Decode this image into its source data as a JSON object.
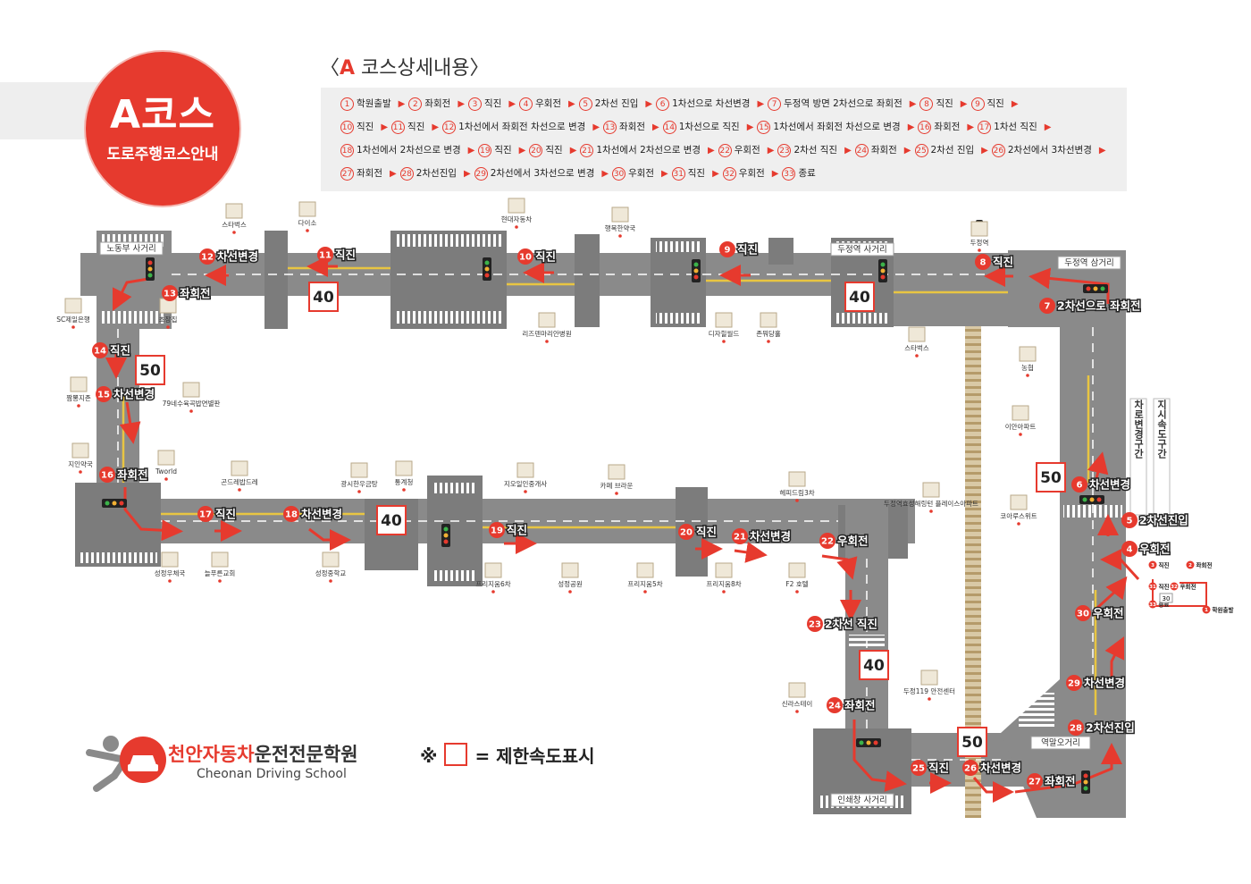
{
  "badge": {
    "course": "A코스",
    "subtitle": "도로주행코스안내"
  },
  "heading": {
    "open": "〈",
    "letter": "A",
    "text": " 코스상세내용〉"
  },
  "steps": [
    {
      "n": "1",
      "t": "학원출발"
    },
    {
      "n": "2",
      "t": "좌회전"
    },
    {
      "n": "3",
      "t": "직진"
    },
    {
      "n": "4",
      "t": "우회전"
    },
    {
      "n": "5",
      "t": "2차선 진입"
    },
    {
      "n": "6",
      "t": "1차선으로 차선변경"
    },
    {
      "n": "7",
      "t": "두정역 방면 2차선으로 좌회전"
    },
    {
      "n": "8",
      "t": "직진"
    },
    {
      "n": "9",
      "t": "직진"
    },
    {
      "n": "10",
      "t": "직진"
    },
    {
      "n": "11",
      "t": "직진"
    },
    {
      "n": "12",
      "t": "1차선에서 좌회전 차선으로 변경"
    },
    {
      "n": "13",
      "t": "좌회전"
    },
    {
      "n": "14",
      "t": "1차선으로 직진"
    },
    {
      "n": "15",
      "t": "1차선에서 좌회전 차선으로 변경"
    },
    {
      "n": "16",
      "t": "좌회전"
    },
    {
      "n": "17",
      "t": "1차선 직진"
    },
    {
      "n": "18",
      "t": "1차선에서 2차선으로 변경"
    },
    {
      "n": "19",
      "t": "직진"
    },
    {
      "n": "20",
      "t": "직진"
    },
    {
      "n": "21",
      "t": "1차선에서 2차선으로 변경"
    },
    {
      "n": "22",
      "t": "우회전"
    },
    {
      "n": "23",
      "t": "2차선 직진"
    },
    {
      "n": "24",
      "t": "좌회전"
    },
    {
      "n": "25",
      "t": "2차선 진입"
    },
    {
      "n": "26",
      "t": "2차선에서 3차선변경"
    },
    {
      "n": "27",
      "t": "좌회전"
    },
    {
      "n": "28",
      "t": "2차선진입"
    },
    {
      "n": "29",
      "t": "2차선에서 3차선으로 변경"
    },
    {
      "n": "30",
      "t": "우회전"
    },
    {
      "n": "31",
      "t": "직진"
    },
    {
      "n": "32",
      "t": "우회전"
    },
    {
      "n": "33",
      "t": "종료"
    }
  ],
  "intersections": {
    "nodongbu": "노동부 사거리",
    "dujeong_station": "두정역 사거리",
    "dujeong_three": "두정역 삼거리",
    "yeokmal": "역말오거리",
    "inswaechang": "인쇄창 사거리"
  },
  "speed_limits": [
    "40",
    "40",
    "50",
    "50",
    "40",
    "40",
    "50"
  ],
  "side_labels": {
    "lane_change": "차로변경구간",
    "speed_zone": "지시속도구간"
  },
  "callouts": [
    {
      "n": "2",
      "t": "좌회전"
    },
    {
      "n": "3",
      "t": "직진"
    },
    {
      "n": "4",
      "t": "우회전"
    },
    {
      "n": "5",
      "t": "2차선진입"
    },
    {
      "n": "6",
      "t": "차선변경"
    },
    {
      "n": "7",
      "t": "2차선으로 좌회전"
    },
    {
      "n": "8",
      "t": "직진"
    },
    {
      "n": "9",
      "t": "직진"
    },
    {
      "n": "10",
      "t": "직진"
    },
    {
      "n": "11",
      "t": "직진"
    },
    {
      "n": "12",
      "t": "차선변경"
    },
    {
      "n": "13",
      "t": "좌회전"
    },
    {
      "n": "14",
      "t": "직진"
    },
    {
      "n": "15",
      "t": "차선변경"
    },
    {
      "n": "16",
      "t": "좌회전"
    },
    {
      "n": "17",
      "t": "직진"
    },
    {
      "n": "18",
      "t": "차선변경"
    },
    {
      "n": "19",
      "t": "직진"
    },
    {
      "n": "20",
      "t": "직진"
    },
    {
      "n": "21",
      "t": "차선변경"
    },
    {
      "n": "22",
      "t": "우회전"
    },
    {
      "n": "23",
      "t": "2차선 직진"
    },
    {
      "n": "24",
      "t": "좌회전"
    },
    {
      "n": "25",
      "t": "직진"
    },
    {
      "n": "26",
      "t": "차선변경"
    },
    {
      "n": "27",
      "t": "좌회전"
    },
    {
      "n": "28",
      "t": "2차선진입"
    },
    {
      "n": "29",
      "t": "차선변경"
    },
    {
      "n": "30",
      "t": "우회전"
    },
    {
      "n": "31",
      "t": "직진"
    },
    {
      "n": "32",
      "t": "우회전"
    },
    {
      "n": "33",
      "t": "종료"
    },
    {
      "n": "1",
      "t": "학원출발"
    }
  ],
  "landmarks": [
    "스타벅스",
    "다이소",
    "현대자동차",
    "행복한약국",
    "두정역",
    "SC제일은행",
    "초장집",
    "리즈덴마리안병원",
    "디자힐월드",
    "존뭐당홀",
    "스타벅스",
    "농협",
    "이안아파트",
    "코아루스위트",
    "짬뽕지존",
    "79네수육곡밥면별판",
    "지인약국",
    "Tworld",
    "곤드레밥드레",
    "광시한우금탕",
    "통계청",
    "지오일인중개사",
    "카페 브라운",
    "헤피드림3차",
    "두정역효성해링턴 플레이스아파트",
    "성정우체국",
    "늘푸른교회",
    "성정중학교",
    "프리지움6차",
    "성정공원",
    "프리지움5차",
    "프리지움8차",
    "F2 호텔",
    "신라스테이",
    "두정119 안전센터"
  ],
  "small_label": "30",
  "logo": {
    "brand": "천안자동차",
    "rest": "운전전문학원",
    "english": "Cheonan Driving School"
  },
  "legend": {
    "mark": "※",
    "text": "= 제한속도표시"
  },
  "colors": {
    "accent": "#e63a2e",
    "road": "#8a8a8a",
    "road_dark": "#6e6e6e",
    "lane": "#e8c542",
    "box_bg": "#efefef"
  }
}
